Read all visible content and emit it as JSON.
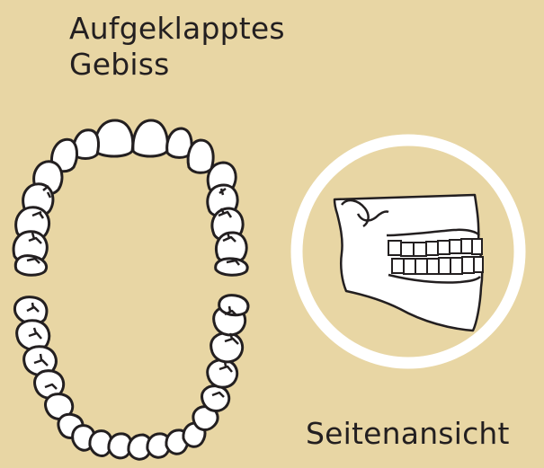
{
  "title": {
    "line1": "Aufgeklapptes",
    "line2": "Gebiss"
  },
  "side_view": {
    "label": "Seitenansicht"
  },
  "colors": {
    "background": "#e8d6a4",
    "outline": "#231f20",
    "tooth_fill": "#ffffff",
    "ring": "#ffffff"
  }
}
